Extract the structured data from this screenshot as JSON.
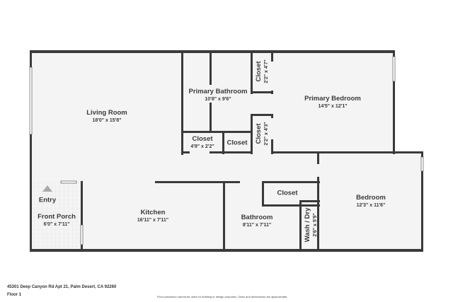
{
  "rooms": {
    "living": {
      "name": "Living Room",
      "dim": "18'0\" x 15'8\""
    },
    "primary_bath": {
      "name": "Primary Bathroom",
      "dim": "10'8\" x 9'6\""
    },
    "closet_top": {
      "name": "Closet",
      "dim": "2'2\" x 4'7\""
    },
    "primary_bed": {
      "name": "Primary Bedroom",
      "dim": "14'5\" x 12'1\""
    },
    "closet_a": {
      "name": "Closet",
      "dim": "4'9\" x 2'2\""
    },
    "closet_b": {
      "name": "Closet"
    },
    "closet_c": {
      "name": "Closet",
      "dim": "2'2\" x 4'3\""
    },
    "closet_d": {
      "name": "Closet"
    },
    "bedroom": {
      "name": "Bedroom",
      "dim": "12'3\" x 11'6\""
    },
    "entry": {
      "name": "Entry"
    },
    "porch": {
      "name": "Front Porch",
      "dim": "6'0\" x 7'11\""
    },
    "kitchen": {
      "name": "Kitchen",
      "dim": "16'11\" x 7'11\""
    },
    "bathroom": {
      "name": "Bathroom",
      "dim": "8'11\" x 7'11\""
    },
    "wash": {
      "name": "Wash / Dry",
      "dim": "2'6\" x 5'9\""
    }
  },
  "footer": {
    "address": "45301 Deep Canyon Rd Apt 21, Palm Desert, CA 92260",
    "floor": "Floor 1",
    "disclaimer": "Floor plans/tour cannot be used for building or design purposes. Sizes and dimensions are approximate."
  },
  "colors": {
    "wall": "#3a3a3a",
    "floor": "#f4f4f4",
    "window": "#ffffff"
  }
}
